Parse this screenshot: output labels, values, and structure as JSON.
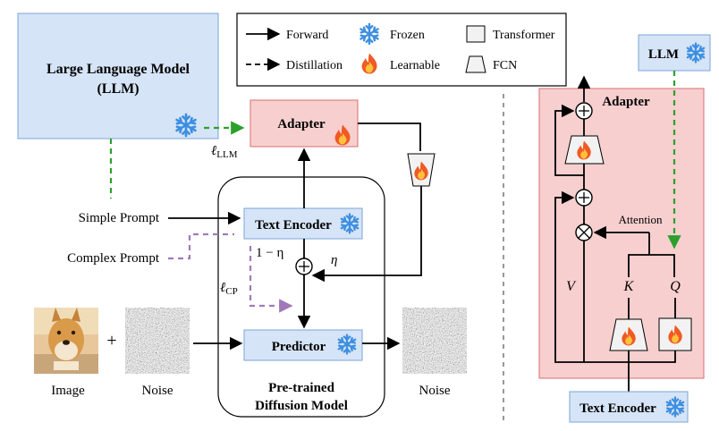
{
  "left": {
    "llm_title_1": "Large Language Model",
    "llm_title_2": "(LLM)",
    "adapter": "Adapter",
    "loss_llm": "ℓ",
    "loss_llm_sub": "LLM",
    "simple_prompt": "Simple Prompt",
    "complex_prompt": "Complex Prompt",
    "text_encoder": "Text Encoder",
    "one_minus_eta": "1 − η",
    "eta": "η",
    "loss_cp": "ℓ",
    "loss_cp_sub": "CP",
    "predictor": "Predictor",
    "pretrained_1": "Pre-trained",
    "pretrained_2": "Diffusion Model",
    "image_label": "Image",
    "noise_label_1": "Noise",
    "noise_label_2": "Noise",
    "plus": "+"
  },
  "legend": {
    "forward": "Forward",
    "distillation": "Distillation",
    "frozen": "Frozen",
    "learnable": "Learnable",
    "transformer": "Transformer",
    "fcn": "FCN"
  },
  "right": {
    "llm": "LLM",
    "adapter": "Adapter",
    "attention": "Attention",
    "v": "V",
    "k": "K",
    "q": "Q",
    "text_encoder": "Text Encoder"
  },
  "colors": {
    "llm_fill": "#d6e4f7",
    "llm_stroke": "#7aa6d8",
    "adapter_fill": "#f7cfcf",
    "adapter_stroke": "#d96d6d",
    "green_dash": "#2ca02c",
    "purple_dash": "#a07ab8",
    "snow": "#3d8fe0",
    "flame": "#f05a24"
  },
  "icons": [
    "snowflake-icon",
    "flame-icon",
    "doge-image",
    "noise-image"
  ]
}
